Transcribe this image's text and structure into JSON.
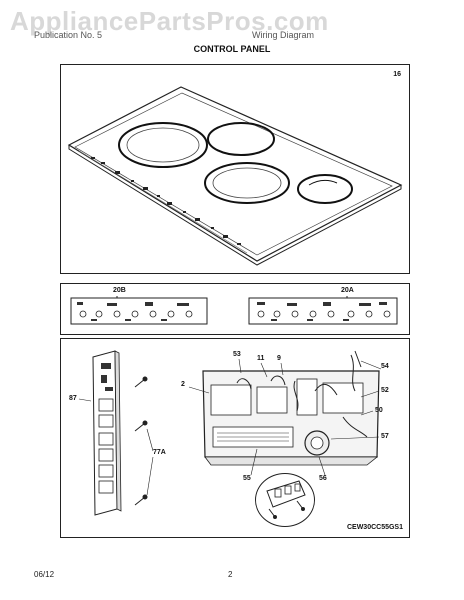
{
  "watermark": "AppliancePartsPros.com",
  "header": {
    "left_partial": "Publication No. 5",
    "right_partial": "Wiring Diagram",
    "title": "CONTROL PANEL"
  },
  "top_panel": {
    "callout": "16"
  },
  "middle_panel": {
    "left_callout": "20B",
    "right_callout": "20A"
  },
  "bottom_panel": {
    "callouts": {
      "c87": "87",
      "c77a": "77A",
      "c2": "2",
      "c53": "53",
      "c11": "11",
      "c9": "9",
      "c54": "54",
      "c52": "52",
      "c50": "50",
      "c57": "57",
      "c55": "55",
      "c56": "56"
    },
    "model": "CEW30CC55GS1"
  },
  "footer": {
    "date": "06/12",
    "page": "2"
  }
}
